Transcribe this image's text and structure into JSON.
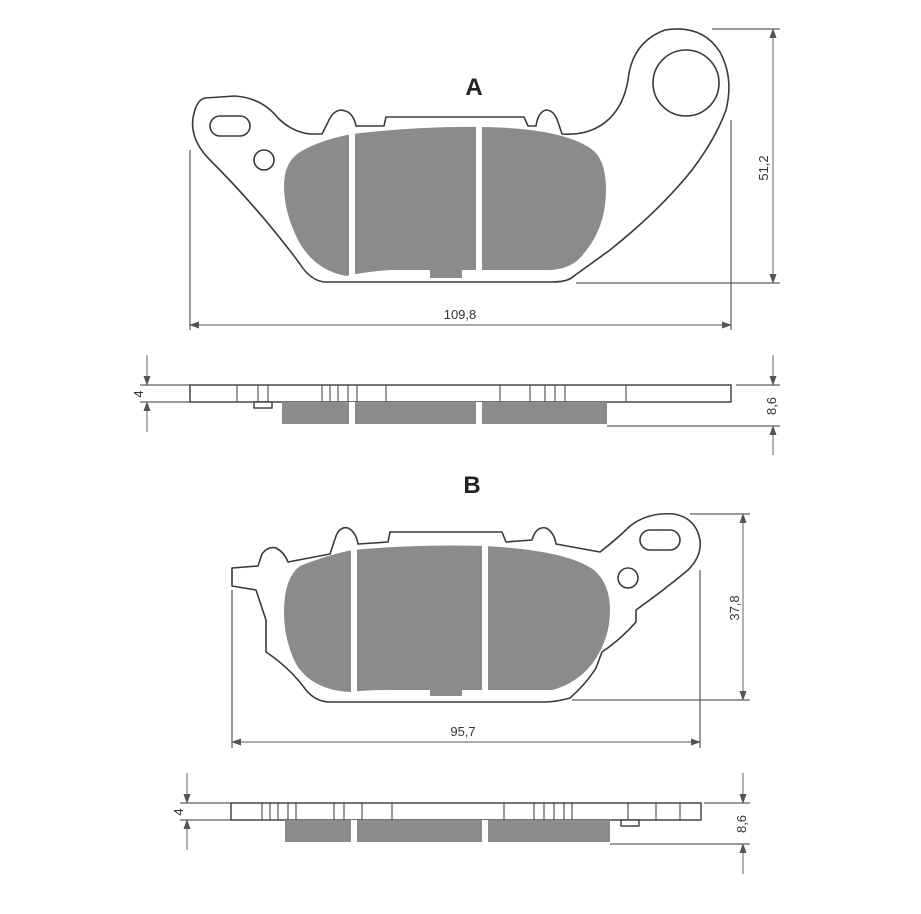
{
  "pads": [
    {
      "letter": "A",
      "width": "109,8",
      "height": "51,2",
      "plate_thickness": "4",
      "total_thickness": "8,6"
    },
    {
      "letter": "B",
      "width": "95,7",
      "height": "37,8",
      "plate_thickness": "4",
      "total_thickness": "8,6"
    }
  ],
  "colors": {
    "friction": "#8a8b8d",
    "outline": "#3a3a3a",
    "dimension": "#555555"
  }
}
